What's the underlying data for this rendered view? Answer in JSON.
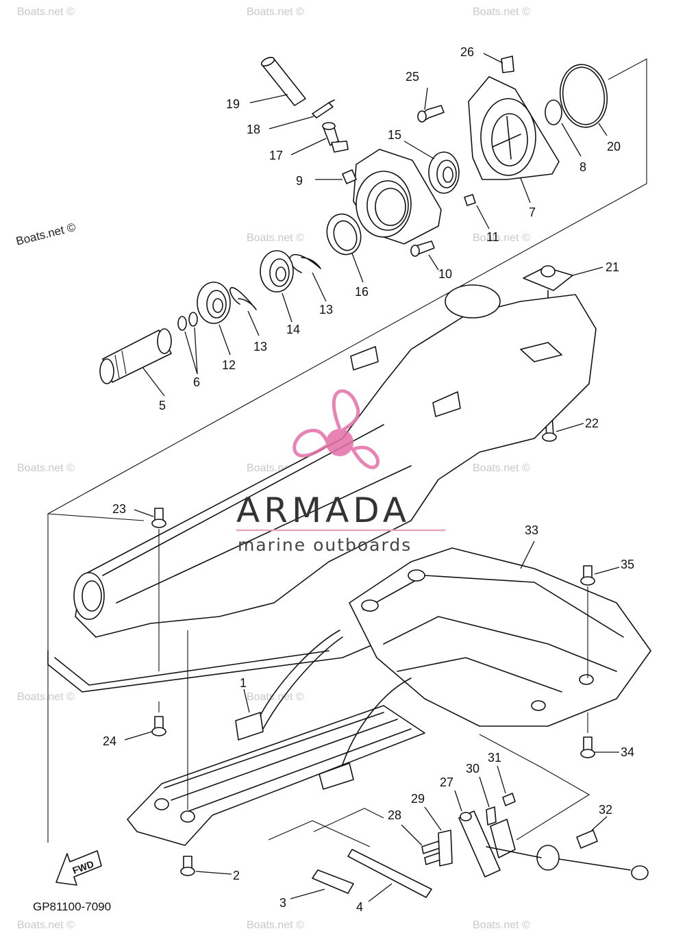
{
  "diagram": {
    "code": "GP81100-7090",
    "fwd_label": "FWD",
    "callouts": [
      "1",
      "2",
      "3",
      "4",
      "5",
      "6",
      "7",
      "8",
      "9",
      "10",
      "11",
      "12",
      "13",
      "13",
      "14",
      "15",
      "16",
      "17",
      "18",
      "19",
      "20",
      "21",
      "22",
      "23",
      "24",
      "25",
      "26",
      "27",
      "28",
      "29",
      "30",
      "31",
      "32",
      "33",
      "34",
      "35"
    ]
  },
  "watermark": {
    "text": "Boats.net ©",
    "brand": "ARMADA",
    "brand_sub": "marine outboards",
    "colors": {
      "logo_pink": "#e36fa6",
      "rule_pink": "#e6a6c2"
    }
  }
}
